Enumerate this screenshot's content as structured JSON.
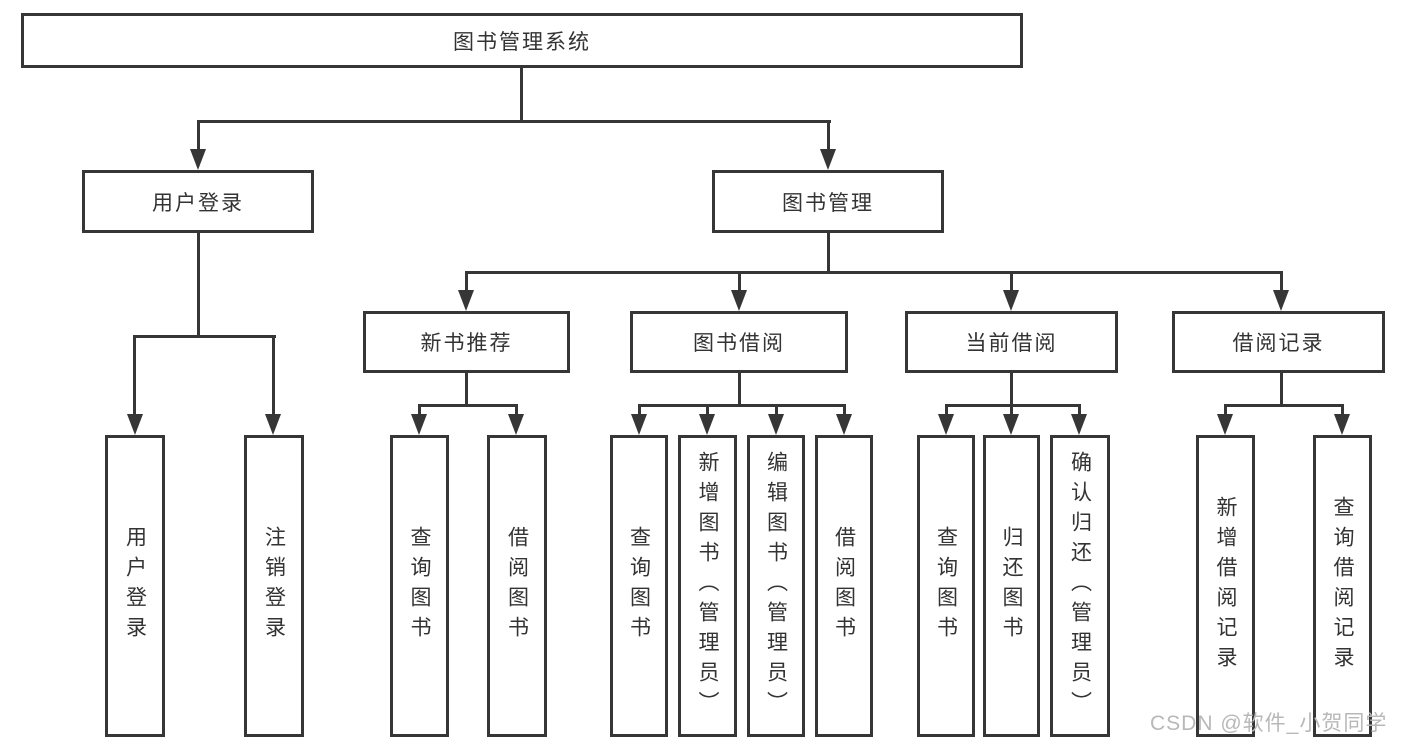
{
  "watermark": "CSDN @软件_小贺同学",
  "colors": {
    "line": "#363636",
    "text": "#333333",
    "watermark_text": "#b8b8b8",
    "background": "#ffffff"
  },
  "tree": {
    "root": {
      "label": "图书管理系统",
      "children": [
        {
          "label": "用户登录",
          "children": [
            {
              "label": "用户登录"
            },
            {
              "label": "注销登录"
            }
          ]
        },
        {
          "label": "图书管理",
          "children": [
            {
              "label": "新书推荐",
              "children": [
                {
                  "label": "查询图书"
                },
                {
                  "label": "借阅图书"
                }
              ]
            },
            {
              "label": "图书借阅",
              "children": [
                {
                  "label": "查询图书"
                },
                {
                  "label": "新增图书（管理员）"
                },
                {
                  "label": "编辑图书（管理员）"
                },
                {
                  "label": "借阅图书"
                }
              ]
            },
            {
              "label": "当前借阅",
              "children": [
                {
                  "label": "查询图书"
                },
                {
                  "label": "归还图书"
                },
                {
                  "label": "确认归还（管理员）"
                }
              ]
            },
            {
              "label": "借阅记录",
              "children": [
                {
                  "label": "新增借阅记录"
                },
                {
                  "label": "查询借阅记录"
                }
              ]
            }
          ]
        }
      ]
    }
  }
}
